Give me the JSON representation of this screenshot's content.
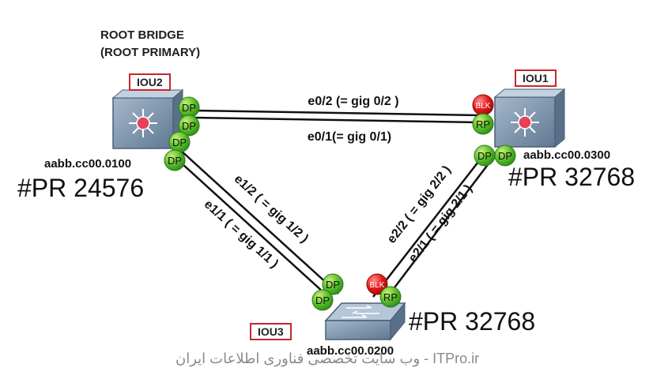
{
  "root_label": [
    "ROOT BRIDGE",
    "(ROOT PRIMARY)"
  ],
  "devices": {
    "iou2": {
      "name": "IOU2",
      "mac": "aabb.cc00.0100",
      "priority": "#PR 24576"
    },
    "iou1": {
      "name": "IOU1",
      "mac": "aabb.cc00.0300",
      "priority": "#PR  32768"
    },
    "iou3": {
      "name": "IOU3",
      "mac": "aabb.cc00.0200",
      "priority": "#PR  32768"
    }
  },
  "links": {
    "top_upper": "e0/2 (= gig 0/2 )",
    "top_lower": "e0/1(= gig 0/1)",
    "left_upper": "e1/2 ( = gig 1/2 )",
    "left_lower": "e1/1 ( = gig 1/1 )",
    "right_upper": "e2/2 ( = gig 2/2 )",
    "right_lower": "e2/1 ( = gig 2/1 )"
  },
  "port_roles": {
    "dp": "DP",
    "rp": "RP",
    "blk": "BLK"
  },
  "colors": {
    "designated": "#3aa83a",
    "root_port": "#3aa83a",
    "blocked": "#e01818",
    "device_box_border": "#c8252c",
    "switch_body": "#7b92ab"
  },
  "watermark": "وب سایت تخصصی فناوری اطلاعات ایران - ITPro.ir"
}
